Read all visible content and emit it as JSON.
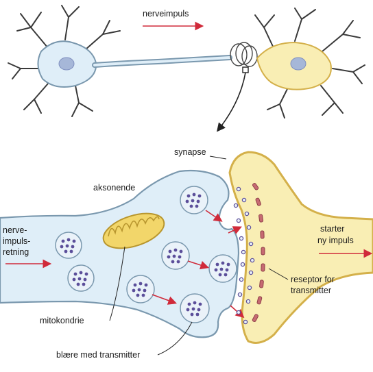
{
  "labels": {
    "nerve_impulse": "nerveimpuls",
    "synapse": "synapse",
    "axon_terminal": "aksonende",
    "direction": [
      "nerve-",
      "impuls-",
      "retning"
    ],
    "new_impulse": [
      "starter",
      "ny impuls"
    ],
    "receptor": [
      "reseptor for",
      "transmitter"
    ],
    "mitochondrion": "mitokondrie",
    "vesicle": "blære med transmitter"
  },
  "colors": {
    "presynaptic_fill": "#dfeef8",
    "presynaptic_stroke": "#7a98ae",
    "postsynaptic_fill": "#f9eeb4",
    "postsynaptic_stroke": "#d4b04a",
    "arrow": "#d02a3a",
    "mitochondrion": "#f2d66a",
    "receptor": "#c66a72",
    "transmitter_dot": "#5b4e9a"
  }
}
